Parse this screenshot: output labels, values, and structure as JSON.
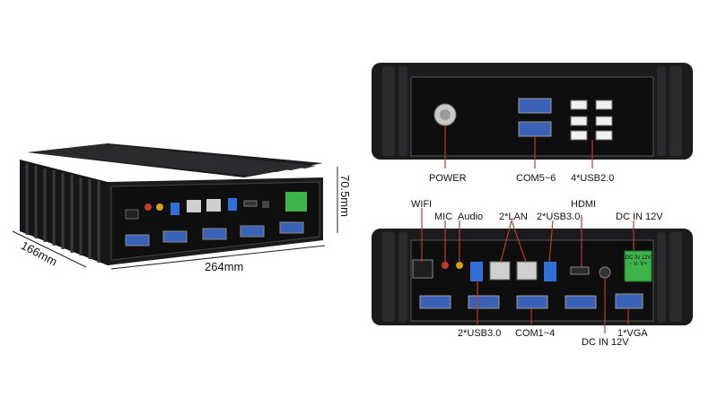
{
  "dimensions": {
    "depth": "166mm",
    "width": "264mm",
    "height": "70.5mm"
  },
  "rear_panel": {
    "callouts": {
      "power": "POWER",
      "com56": "COM5~6",
      "usb20": "4*USB2.0"
    }
  },
  "front_panel": {
    "callouts": {
      "wifi": "WIFI",
      "mic": "MIC",
      "audio": "Audio",
      "lan": "2*LAN",
      "usb30_top": "2*USB3.0",
      "hdmi": "HDMI",
      "dcin_top": "DC IN 12V",
      "usb30_bottom": "2*USB3.0",
      "com14": "COM1~4",
      "dcin_bottom": "DC IN 12V",
      "vga": "1*VGA"
    },
    "terminal_label": "DC IN 12V",
    "terminal_pins": "−  V-  V+"
  },
  "colors": {
    "chassis": "#1b1b1d",
    "panel": "#0f0f10",
    "fin": "#2b2b2e",
    "usb3_blue": "#2f6fd6",
    "vga_blue": "#3a63b8",
    "terminal_green": "#3db34a",
    "callout_line": "#c0392b"
  }
}
